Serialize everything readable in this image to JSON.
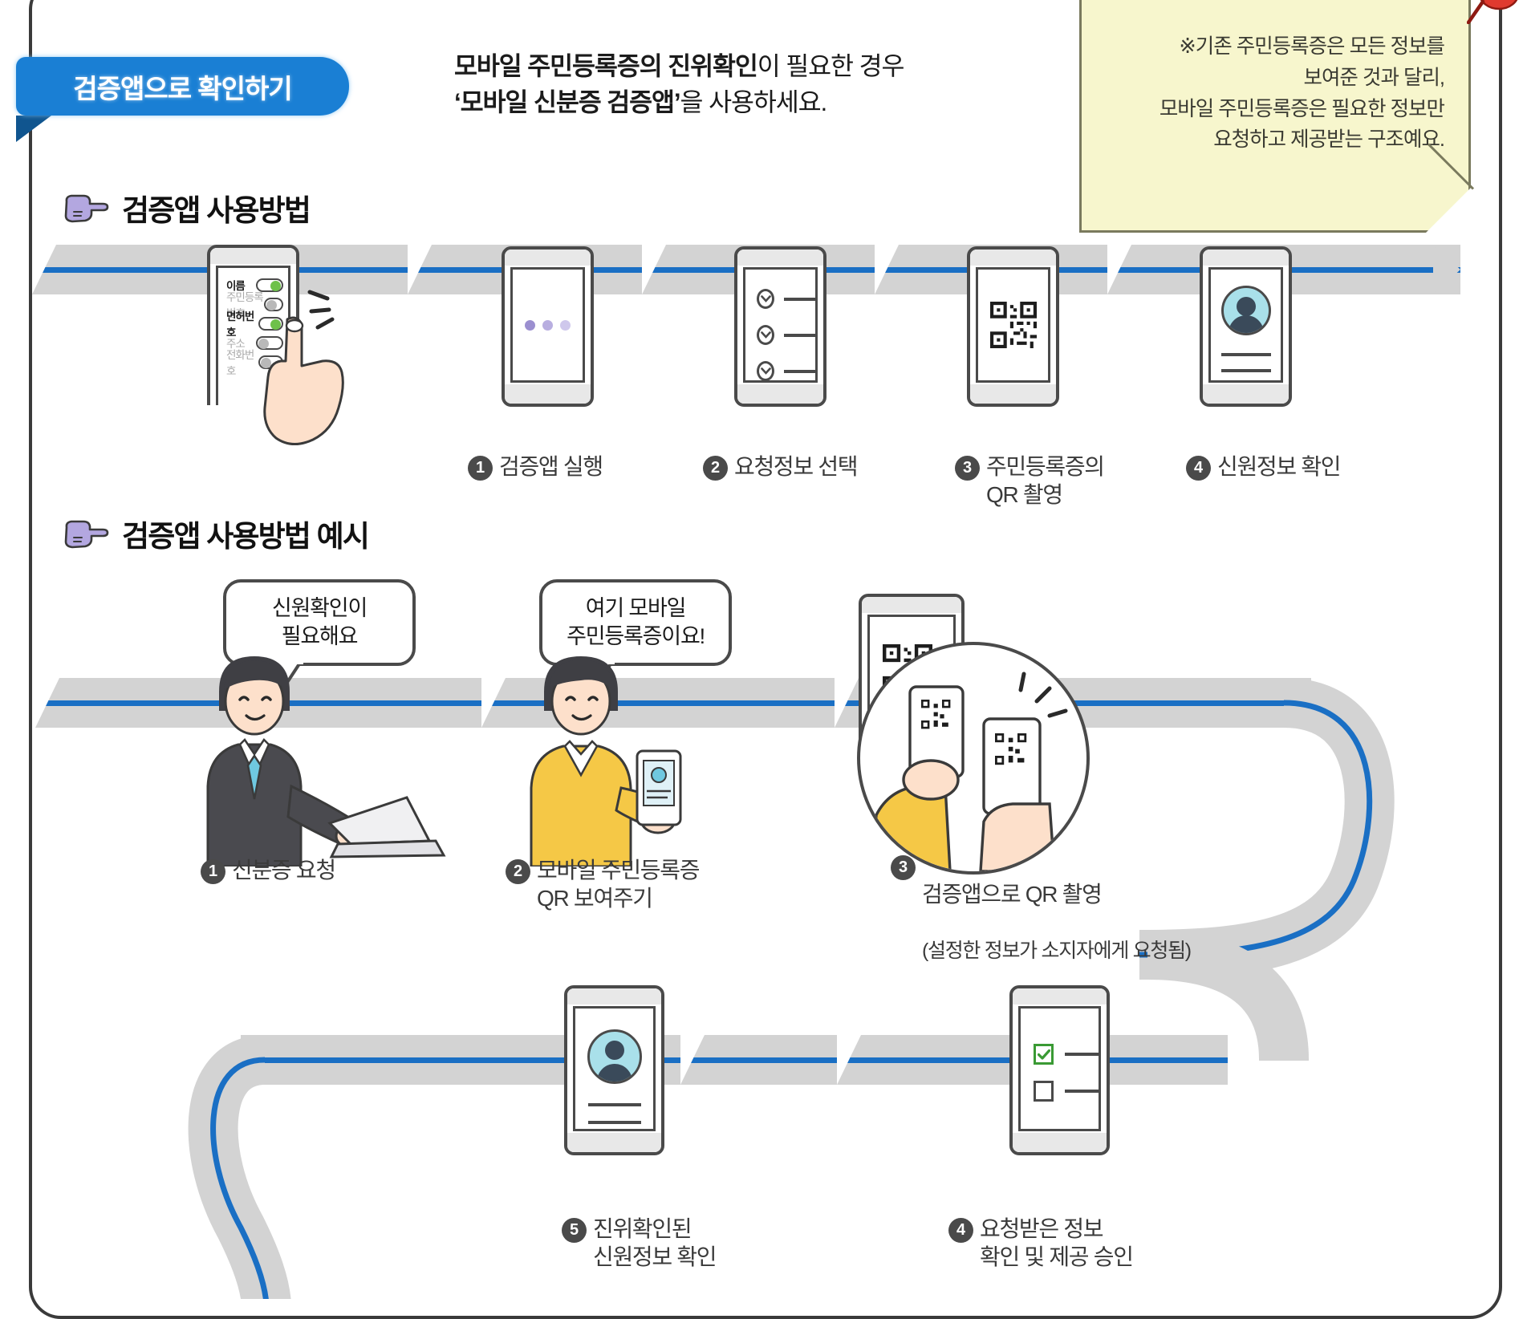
{
  "card": {
    "banner_label": "검증앱으로 확인하기",
    "header_line1_strong": "모바일 주민등록증의 진위확인",
    "header_line1_rest": "이 필요한 경우",
    "header_line2_strong": "‘모바일 신분증 검증앱’",
    "header_line2_rest": "을 사용하세요."
  },
  "sticky_note": {
    "line1": "※기존 주민등록증은 모든 정보를",
    "line2": "보여준 것과 달리,",
    "line3": "모바일 주민등록증은 필요한 정보만",
    "line4": "요청하고 제공받는 구조예요.",
    "bg_color": "#f7f6cd"
  },
  "section1": {
    "heading": "검증앱 사용방법",
    "phone_toggles": [
      {
        "label": "이름",
        "state": "on"
      },
      {
        "label": "주민등록번호",
        "state": "off"
      },
      {
        "label": "면허번호",
        "state": "on"
      },
      {
        "label": "주소",
        "state": "off"
      },
      {
        "label": "전화번호",
        "state": "off"
      }
    ],
    "steps": [
      {
        "num": "1",
        "text": "검증앱 실행"
      },
      {
        "num": "2",
        "text": "요청정보 선택"
      },
      {
        "num": "3",
        "text": "주민등록증의\nQR 촬영"
      },
      {
        "num": "4",
        "text": "신원정보 확인"
      }
    ]
  },
  "section2": {
    "heading": "검증앱 사용방법 예시",
    "bubbles": [
      {
        "text": "신원확인이\n필요해요"
      },
      {
        "text": "여기 모바일\n주민등록증이요!"
      }
    ],
    "steps": [
      {
        "num": "1",
        "text": "신분증 요청",
        "sub": ""
      },
      {
        "num": "2",
        "text": "모바일 주민등록증\nQR 보여주기",
        "sub": ""
      },
      {
        "num": "3",
        "text": "검증앱으로 QR 촬영",
        "sub": "(설정한 정보가 소지자에게 요청됨)"
      },
      {
        "num": "4",
        "text": "요청받은 정보\n확인 및 제공 승인",
        "sub": ""
      },
      {
        "num": "5",
        "text": "진위확인된\n신원정보 확인",
        "sub": ""
      }
    ]
  },
  "colors": {
    "accent_blue": "#1a7fd4",
    "rail_blue": "#1a6fc4",
    "rail_grey": "#d3d3d3",
    "toggle_on": "#6ec14a",
    "note_yellow": "#f7f6cd",
    "hand_purple": "#b3a7e0"
  },
  "icons": {
    "pointing_hand": "pointing-hand-icon",
    "pushpin": "pushpin-icon"
  }
}
